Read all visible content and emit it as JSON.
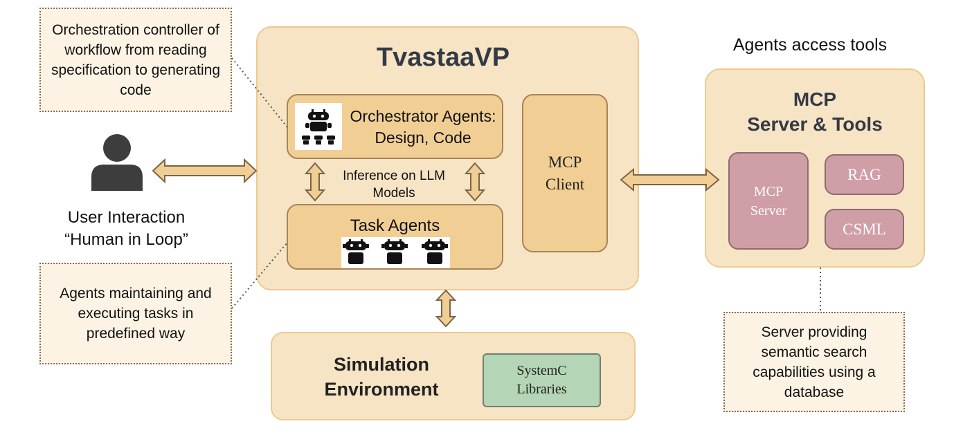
{
  "notes": {
    "orchestration": "Orchestration controller of workflow from reading specification to generating code",
    "task_agents": "Agents maintaining and executing tasks in predefined way",
    "server": "Server providing semantic search capabilities using a database"
  },
  "user": {
    "line1": "User Interaction",
    "line2": "“Human in Loop”"
  },
  "tvastaa": {
    "title": "TvastaaVP",
    "orchestrator_line1": "Orchestrator Agents:",
    "orchestrator_line2": "Design, Code",
    "inference_line1": "Inference on LLM",
    "inference_line2": "Models",
    "task_agents": "Task Agents",
    "mcp_client_line1": "MCP",
    "mcp_client_line2": "Client"
  },
  "tools": {
    "heading": "Agents access tools",
    "title_line1": "MCP",
    "title_line2": "Server & Tools",
    "server_line1": "MCP",
    "server_line2": "Server",
    "rag": "RAG",
    "csml": "CSML"
  },
  "simulation": {
    "title_line1": "Simulation",
    "title_line2": "Environment",
    "lib_line1": "SystemC",
    "lib_line2": "Libraries"
  },
  "colors": {
    "panel": "#f7e4c4",
    "box": "#f1cf94",
    "pink": "#cf9ea6",
    "green": "#b4d5b6",
    "arrow": "#f1cf94"
  },
  "icons": [
    "person-icon",
    "robot-icon"
  ]
}
